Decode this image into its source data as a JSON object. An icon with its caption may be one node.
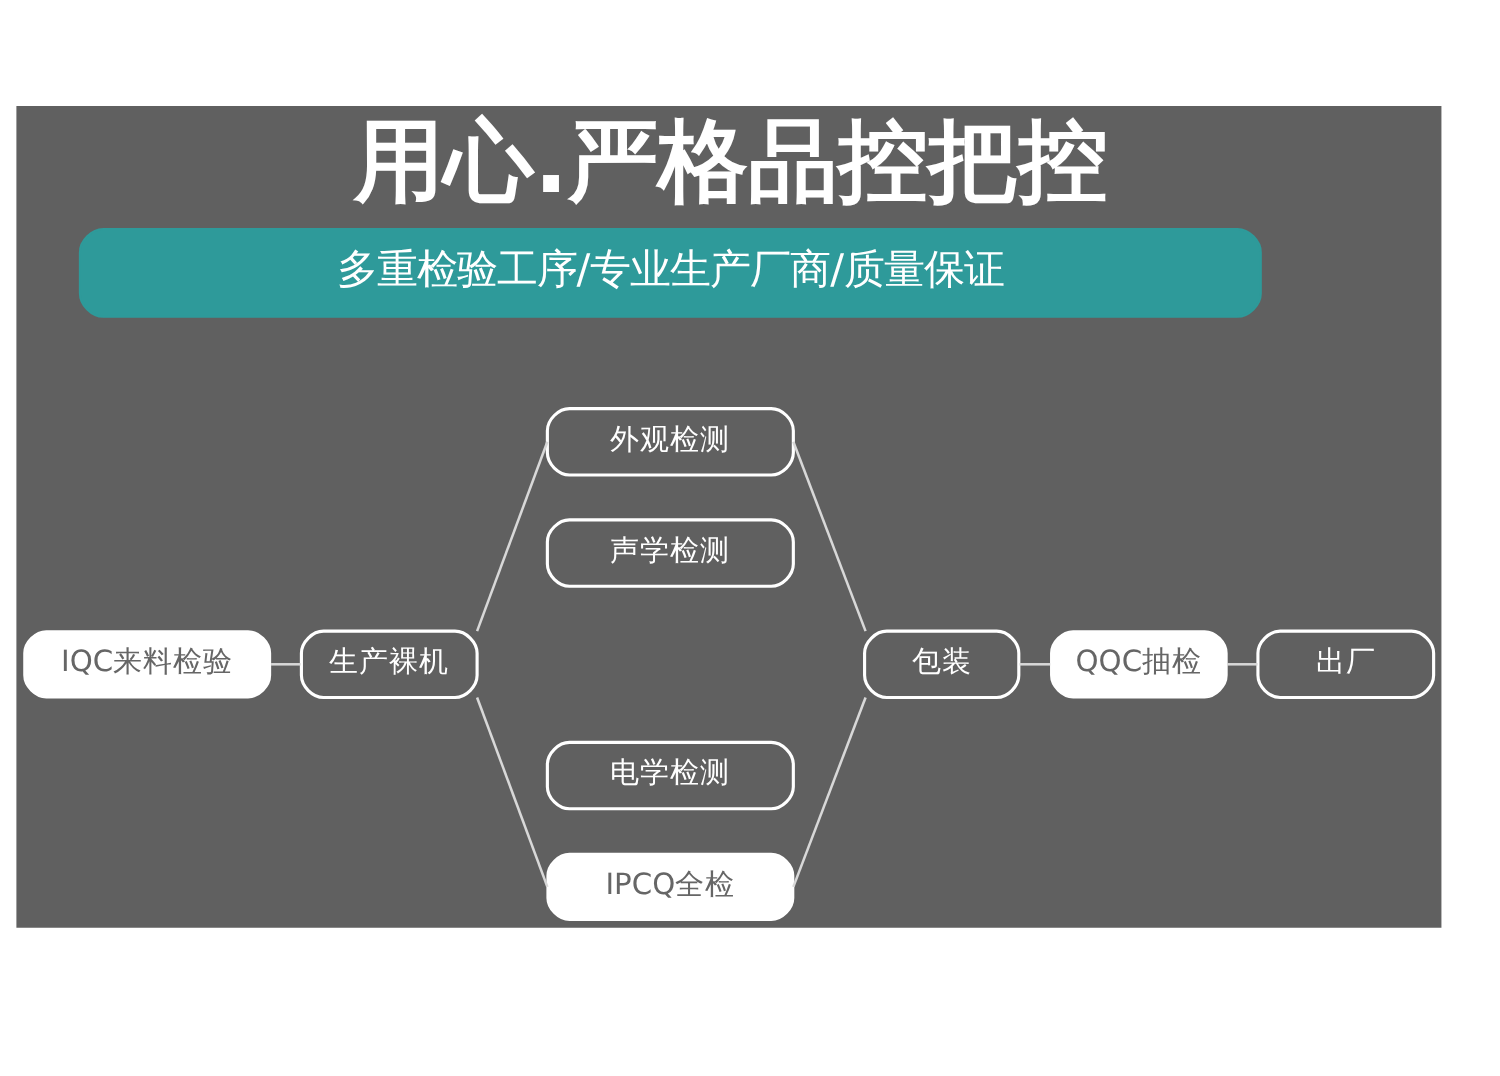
{
  "diagram": {
    "title": "用心.严格品控把控",
    "nodes": [
      {
        "text": [
          "多重检验工序/专业生产厂商/质量保证"
        ]
      },
      {
        "text": [
          "IQC来料检验"
        ]
      },
      {
        "text": [
          "生产裸机"
        ]
      },
      {
        "text": [
          "外观检测"
        ]
      },
      {
        "text": [
          "声学检测"
        ]
      },
      {
        "text": [
          "电学检测"
        ]
      },
      {
        "text": [
          "IPCQ全检"
        ]
      },
      {
        "text": [
          "包装"
        ]
      },
      {
        "text": [
          "QQC抽检"
        ]
      },
      {
        "text": [
          "出厂"
        ]
      }
    ],
    "edges": [
      {
        "from": 1,
        "to": 2,
        "arrow": "none"
      },
      {
        "from": 2,
        "to": 3,
        "arrow": "none"
      },
      {
        "from": 2,
        "to": 6,
        "arrow": "none"
      },
      {
        "from": 3,
        "to": 7,
        "arrow": "none"
      },
      {
        "from": 6,
        "to": 7,
        "arrow": "none"
      },
      {
        "from": 7,
        "to": 8,
        "arrow": "none"
      },
      {
        "from": 8,
        "to": 9,
        "arrow": "none"
      }
    ]
  }
}
